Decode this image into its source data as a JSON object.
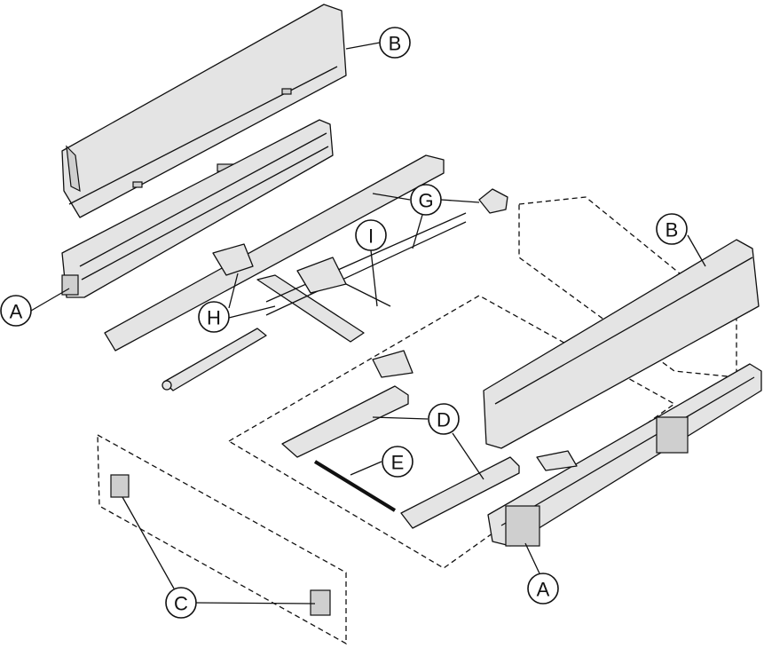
{
  "callouts": {
    "b_top": "B",
    "a_left": "A",
    "g": "G",
    "i": "I",
    "h": "H",
    "b_right": "B",
    "d": "D",
    "e": "E",
    "c": "C",
    "a_bottom": "A"
  }
}
